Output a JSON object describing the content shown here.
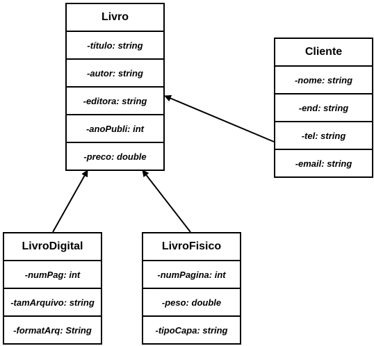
{
  "classes": {
    "livro": {
      "name": "Livro",
      "attributes": [
        "-título: string",
        "-autor: string",
        "-editora: string",
        "-anoPubli: int",
        "-preco: double"
      ]
    },
    "cliente": {
      "name": "Cliente",
      "attributes": [
        "-nome: string",
        "-end: string",
        "-tel: string",
        "-email: string"
      ]
    },
    "livro_digital": {
      "name": "LivroDigital",
      "attributes": [
        "-numPag: int",
        "-tamArquivo: string",
        "-formatArq: String"
      ]
    },
    "livro_fisico": {
      "name": "LivroFisico",
      "attributes": [
        "-numPagina: int",
        "-peso: double",
        "-tipoCapa: string"
      ]
    }
  },
  "colors": {
    "line": "#000000",
    "fill": "#ffffff"
  }
}
